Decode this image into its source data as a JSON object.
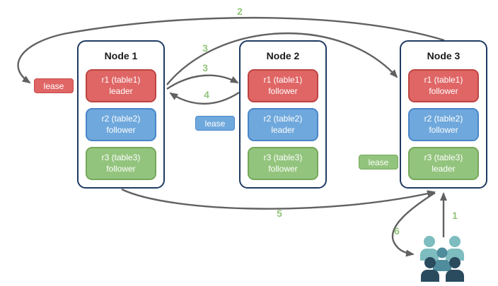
{
  "diagram": {
    "nodes": [
      {
        "title": "Node 1",
        "replicas": [
          {
            "range": "r1 (table1)",
            "role": "leader",
            "color": "red"
          },
          {
            "range": "r2 (table2)",
            "role": "follower",
            "color": "blue"
          },
          {
            "range": "r3 (table3)",
            "role": "follower",
            "color": "green"
          }
        ]
      },
      {
        "title": "Node 2",
        "replicas": [
          {
            "range": "r1 (table1)",
            "role": "follower",
            "color": "red"
          },
          {
            "range": "r2 (table2)",
            "role": "leader",
            "color": "blue"
          },
          {
            "range": "r3 (table3)",
            "role": "follower",
            "color": "green"
          }
        ]
      },
      {
        "title": "Node 3",
        "replicas": [
          {
            "range": "r1 (table1)",
            "role": "follower",
            "color": "red"
          },
          {
            "range": "r2 (table2)",
            "role": "follower",
            "color": "blue"
          },
          {
            "range": "r3 (table3)",
            "role": "leader",
            "color": "green"
          }
        ]
      }
    ],
    "leases": [
      {
        "label": "lease",
        "color": "red"
      },
      {
        "label": "lease",
        "color": "blue"
      },
      {
        "label": "lease",
        "color": "green"
      }
    ],
    "steps": {
      "step1": "1",
      "step2": "2",
      "step3_upper": "3",
      "step3_lower": "3",
      "step4": "4",
      "step5": "5",
      "step6": "6"
    },
    "colors": {
      "red_fill": "#e06666",
      "red_border": "#bc4441",
      "blue_fill": "#6fa8dc",
      "blue_border": "#4a86c8",
      "green_fill": "#93c47d",
      "green_border": "#74a85a",
      "node_border": "#1f3a63",
      "arrow": "#616161",
      "step_number": "#93c47d",
      "users_light": "#7dbcbf",
      "users_mid": "#4f8d9d",
      "users_dark": "#2a4a5e"
    },
    "icons": {
      "users_group": "users-group-icon"
    }
  }
}
